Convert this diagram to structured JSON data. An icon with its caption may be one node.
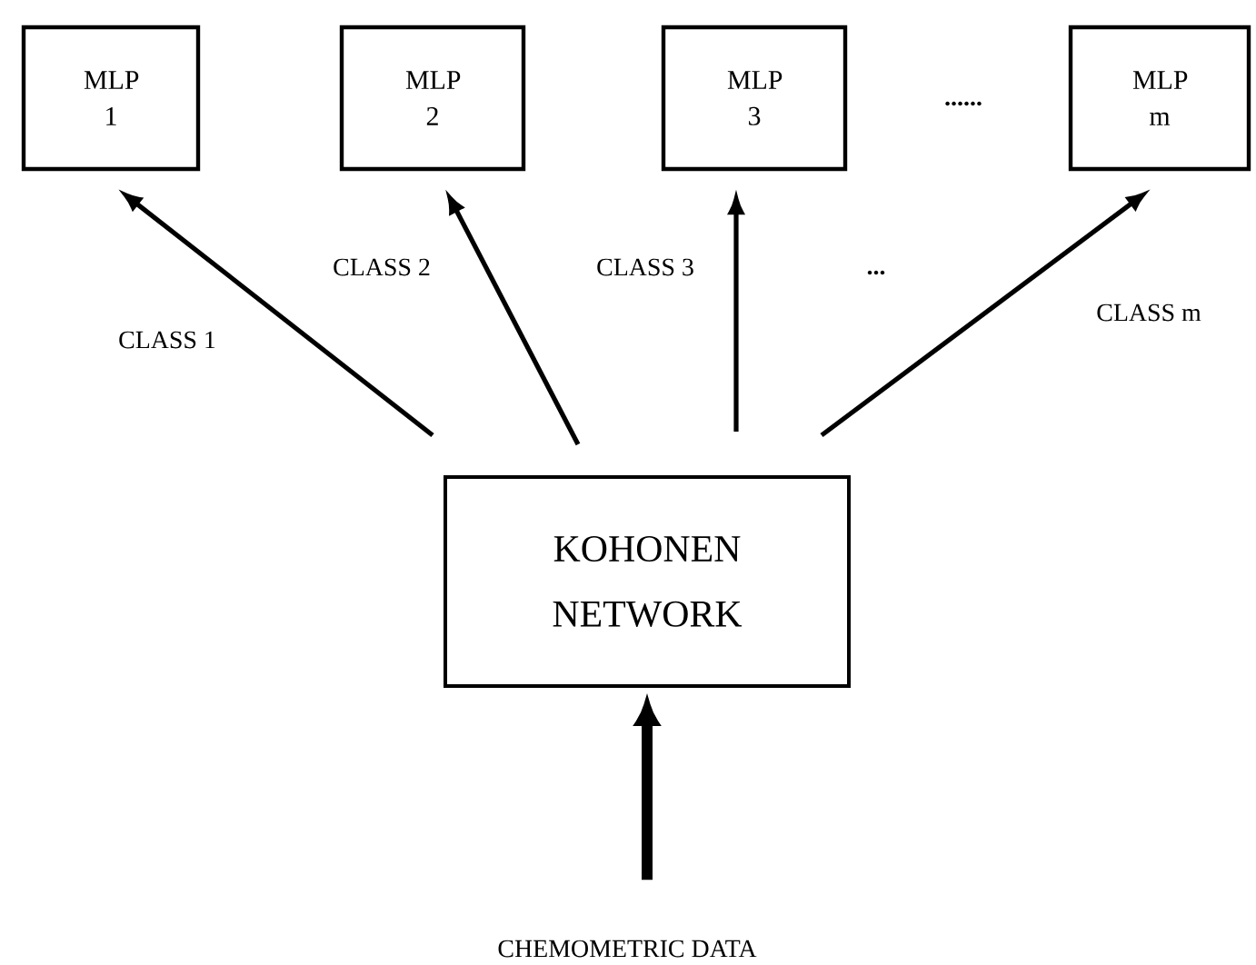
{
  "diagram": {
    "nodes": [
      {
        "text": [
          "MLP 1"
        ]
      },
      {
        "text": [
          "MLP 2"
        ]
      },
      {
        "text": [
          "MLP 3"
        ]
      },
      {
        "text": [
          "MLP m"
        ]
      },
      {
        "text": [
          "KOHONEN NETWORK"
        ]
      },
      {
        "text": [
          "CHEMOMETRIC DATA"
        ]
      }
    ],
    "edges": [
      {
        "from": 4,
        "to": 0,
        "arrow": "to",
        "label": "CLASS 1"
      },
      {
        "from": 4,
        "to": 1,
        "arrow": "to",
        "label": "CLASS 2"
      },
      {
        "from": 4,
        "to": 2,
        "arrow": "to",
        "label": "CLASS 3"
      },
      {
        "from": 4,
        "to": 3,
        "arrow": "to",
        "label": "CLASS m"
      },
      {
        "from": 5,
        "to": 4,
        "arrow": "to",
        "style": "thick"
      }
    ],
    "labels": [
      "......",
      "..."
    ]
  }
}
